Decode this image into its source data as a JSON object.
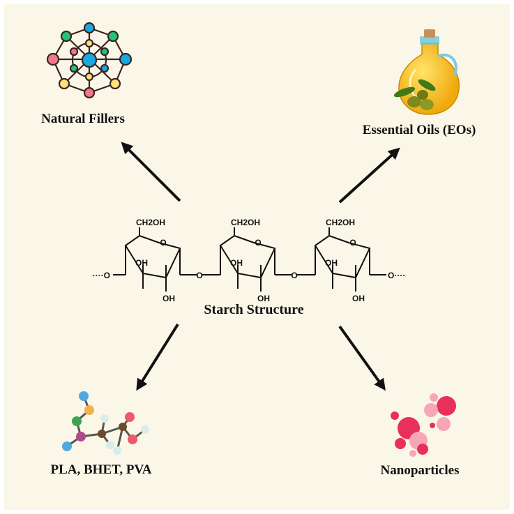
{
  "center": {
    "label": "Starch Structure",
    "group_ch2oh": "CH2OH",
    "group_oh": "OH",
    "glyc_o": "O",
    "chain_left": "····O",
    "chain_right": "O····"
  },
  "nodes": [
    {
      "id": "natural-fillers",
      "label": "Natural Fillers",
      "icon": "network-icon"
    },
    {
      "id": "essential-oils",
      "label": "Essential Oils (EOs)",
      "icon": "oil-bottle-olive-icon"
    },
    {
      "id": "polymers",
      "label": "PLA, BHET, PVA",
      "icon": "molecule-model-icon"
    },
    {
      "id": "nanoparticles",
      "label": "Nanoparticles",
      "icon": "particles-icon"
    }
  ],
  "colors": {
    "background": "#faf7e8",
    "network_blue": "#19a9e1",
    "network_green": "#1ec678",
    "network_yellow": "#fde27a",
    "network_pink": "#f07a8c",
    "oil": "#f7c21b",
    "olive": "#7c8a1c",
    "particle": "#e9305a",
    "particle_light": "#f7a6b8"
  }
}
